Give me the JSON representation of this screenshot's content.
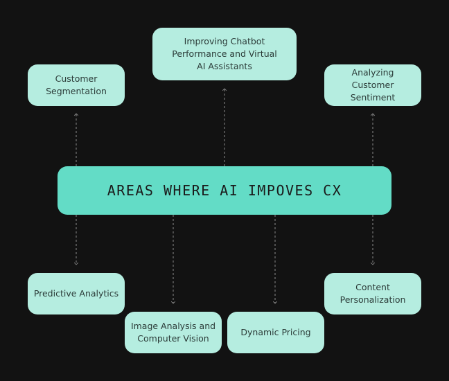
{
  "diagram": {
    "title": "AREAS WHERE AI IMPOVES CX",
    "nodes": {
      "customer_segmentation": "Customer\nSegmentation",
      "chatbot": "Improving Chatbot\nPerformance and Virtual\nAI Assistants",
      "sentiment": "Analyzing Customer\nSentiment",
      "predictive": "Predictive Analytics",
      "image_analysis": "Image Analysis and\nComputer Vision",
      "pricing": "Dynamic Pricing",
      "personalization": "Content\nPersonalization"
    },
    "colors": {
      "background": "#121212",
      "node_fill": "#b5ede0",
      "center_fill": "#63dcc6",
      "text": "#2b3b38",
      "connector": "#8a8a8a"
    }
  }
}
